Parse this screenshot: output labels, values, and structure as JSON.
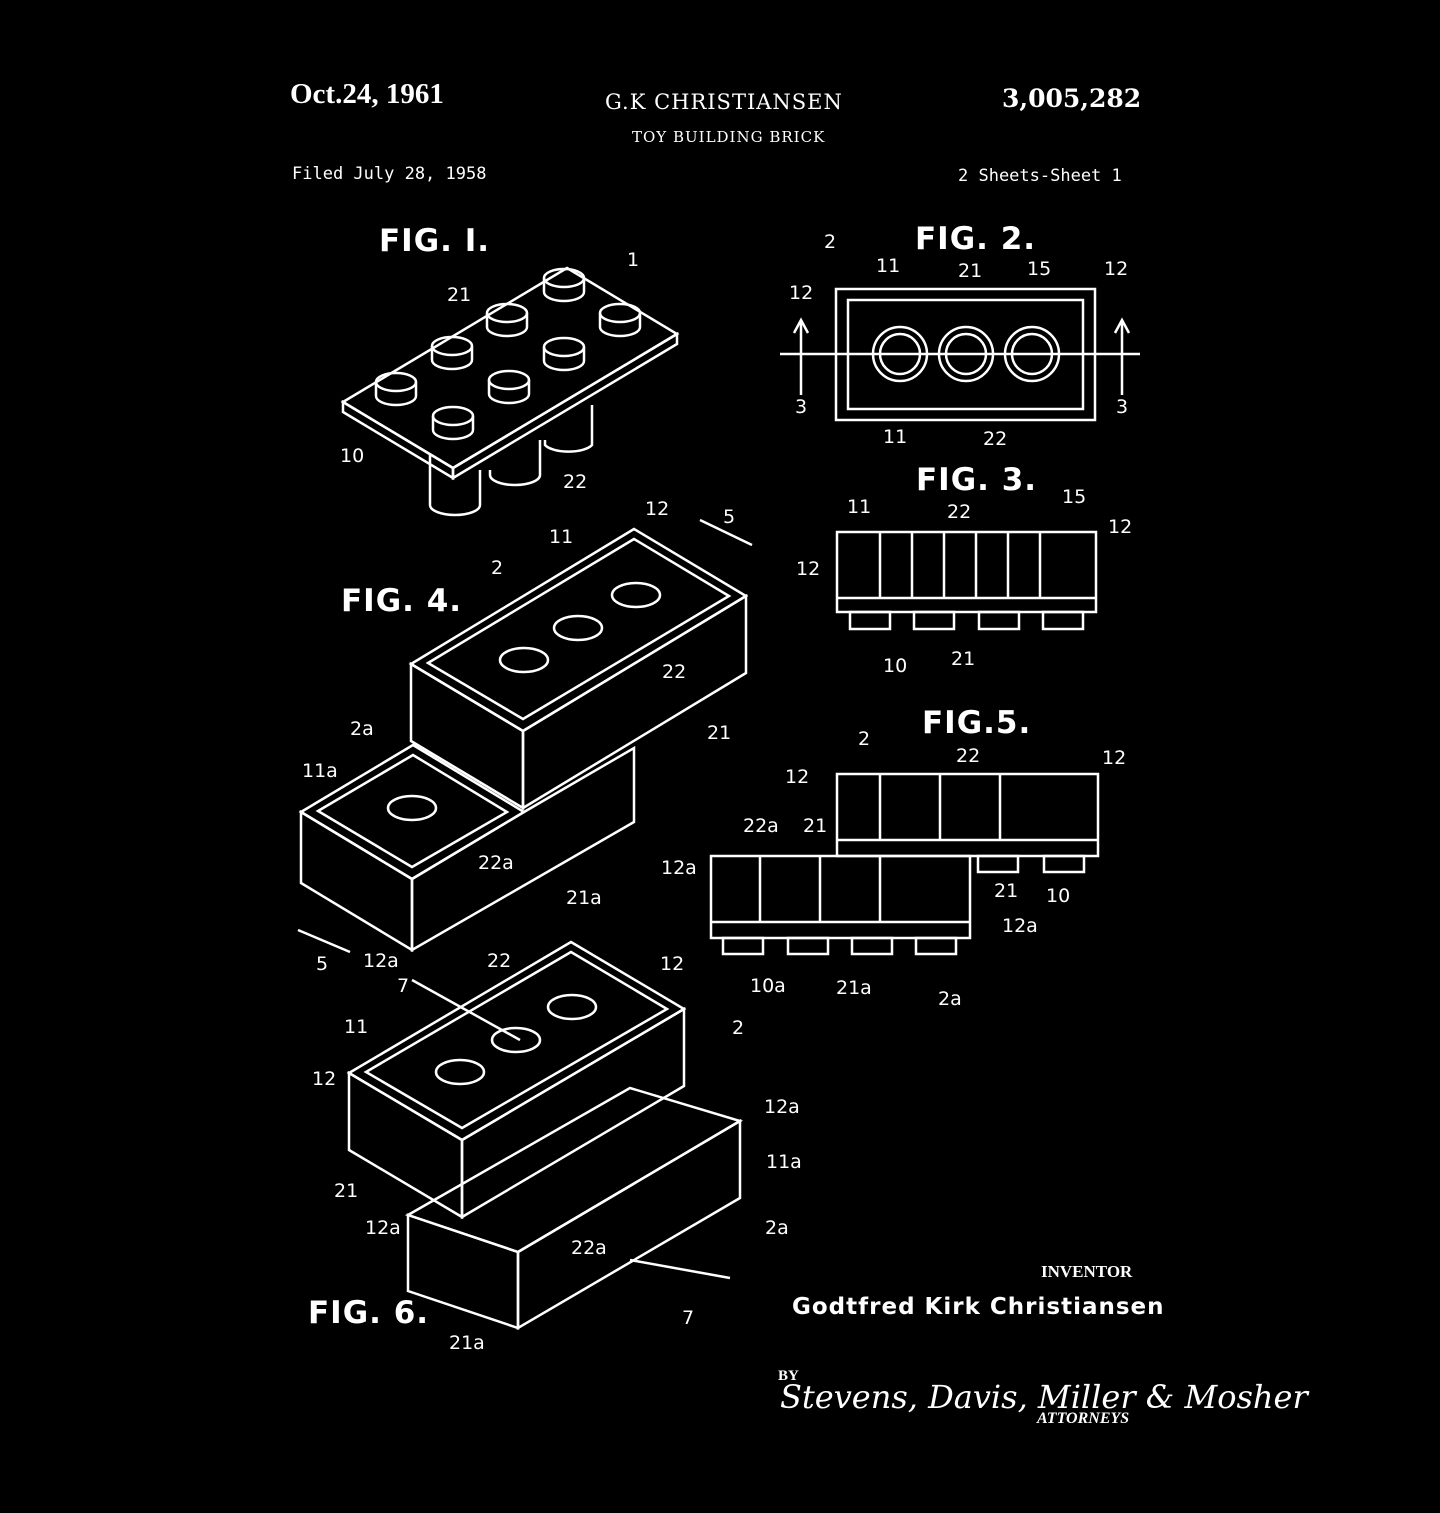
{
  "header": {
    "date": "Oct.24, 1961",
    "inventor_header": "G.K CHRISTIANSEN",
    "title": "TOY BUILDING BRICK",
    "patent_number": "3,005,282",
    "filed": "Filed July 28, 1958",
    "sheets": "2 Sheets-Sheet 1"
  },
  "figures": {
    "fig1": {
      "label": "FIG. I.",
      "refs": [
        "1",
        "21",
        "10",
        "22"
      ]
    },
    "fig2": {
      "label": "FIG. 2.",
      "refs": [
        "2",
        "11",
        "21",
        "15",
        "12",
        "12",
        "3",
        "3",
        "11",
        "22"
      ]
    },
    "fig3": {
      "label": "FIG. 3.",
      "refs": [
        "11",
        "22",
        "15",
        "12",
        "12",
        "10",
        "21"
      ]
    },
    "fig4": {
      "label": "FIG. 4.",
      "refs": [
        "12",
        "5",
        "11",
        "2",
        "22",
        "21",
        "2a",
        "11a",
        "22a",
        "21a",
        "5",
        "12a"
      ]
    },
    "fig5": {
      "label": "FIG.5.",
      "refs": [
        "2",
        "22",
        "12",
        "12",
        "22a",
        "21",
        "12a",
        "21",
        "10",
        "12a",
        "10a",
        "21a",
        "2a"
      ]
    },
    "fig6": {
      "label": "FIG. 6.",
      "refs": [
        "7",
        "22",
        "12",
        "11",
        "2",
        "12",
        "12a",
        "11a",
        "21",
        "12a",
        "22a",
        "2a",
        "7",
        "21a"
      ]
    }
  },
  "footer": {
    "inventor_caption": "INVENTOR",
    "inventor_name": "Godtfred Kirk Christiansen",
    "by": "BY",
    "attorneys_signature": "Stevens, Davis, Miller & Mosher",
    "attorneys_caption": "ATTORNEYS"
  },
  "colors": {
    "background": "#000000",
    "ink": "#ffffff"
  }
}
